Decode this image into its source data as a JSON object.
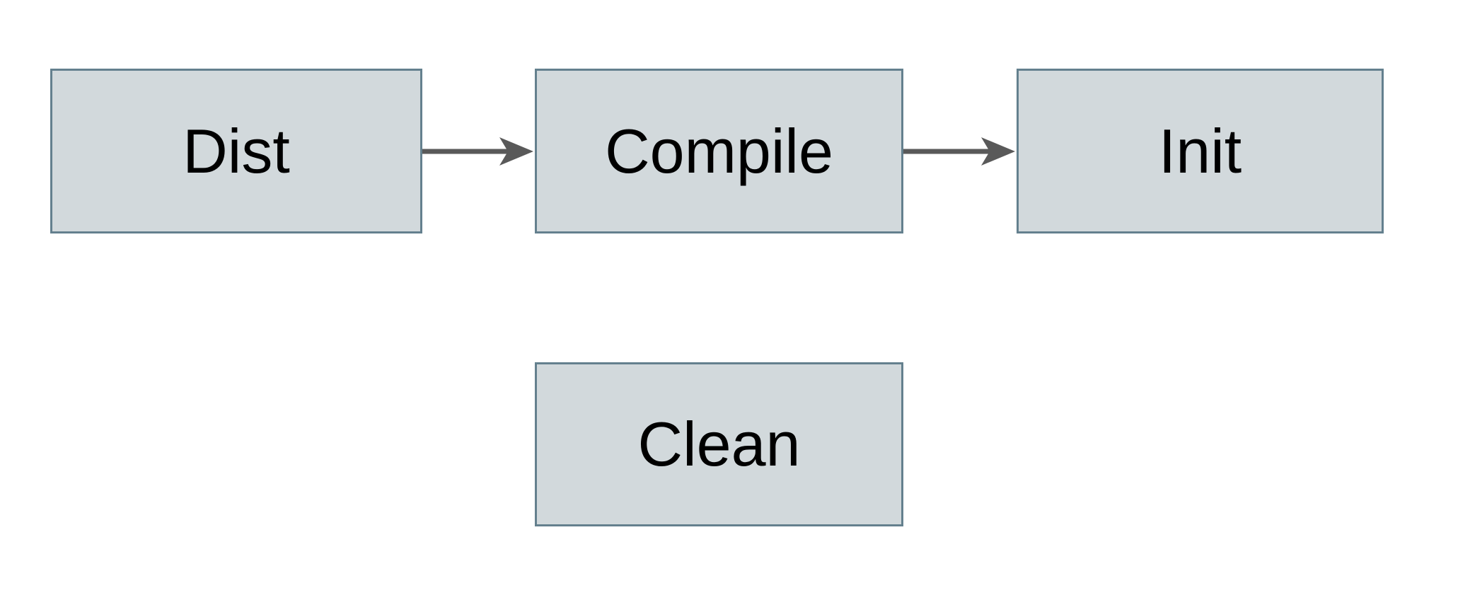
{
  "diagram": {
    "type": "flowchart",
    "nodes": {
      "dist": {
        "label": "Dist"
      },
      "compile": {
        "label": "Compile"
      },
      "init": {
        "label": "Init"
      },
      "clean": {
        "label": "Clean"
      }
    },
    "edges": [
      {
        "from": "dist",
        "to": "compile",
        "style": "arrow-right"
      },
      {
        "from": "compile",
        "to": "init",
        "style": "arrow-right"
      }
    ],
    "colors": {
      "background": "#ffffff",
      "node_fill": "#d2d9dc",
      "node_border": "#64808e",
      "arrow": "#595959",
      "text": "#000000"
    }
  }
}
